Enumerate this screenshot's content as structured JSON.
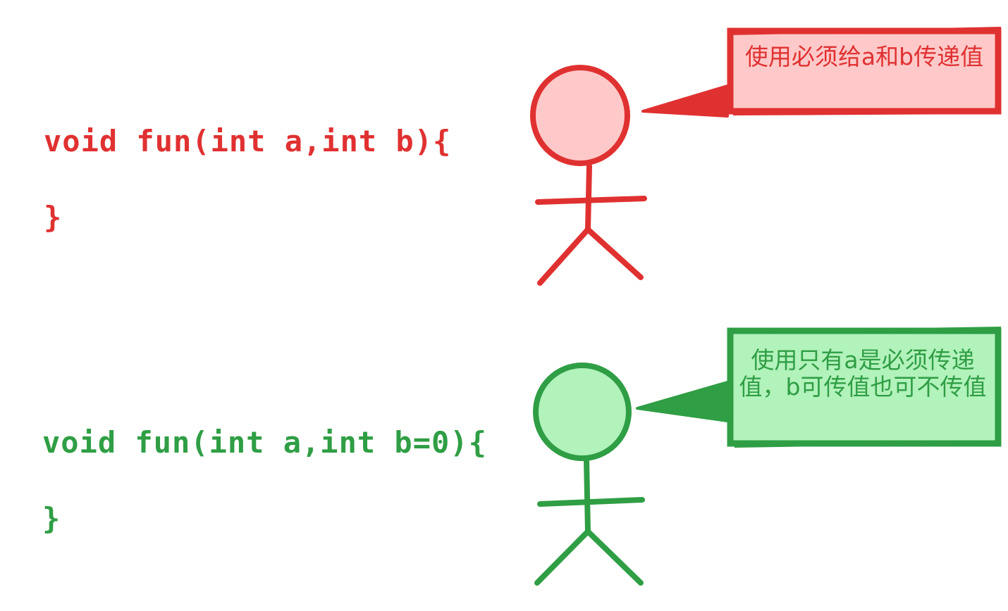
{
  "examples": [
    {
      "signature": "void fun(int a,int b){",
      "closing": "}",
      "note": "使用必须给a和b传递值"
    },
    {
      "signature": "void fun(int a,int b=0){",
      "closing": "}",
      "note": "使用只有a是必须传递值，b可传值也可不传值"
    }
  ],
  "colors": {
    "red_stroke": "#e03131",
    "red_fill": "#ffc9c9",
    "green_stroke": "#2f9e44",
    "green_fill": "#b2f2bb"
  },
  "icons": [
    "stick-figure-icon",
    "speech-bubble-icon"
  ]
}
